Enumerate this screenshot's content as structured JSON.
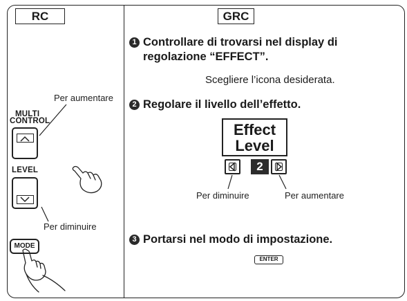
{
  "headers": {
    "left": "RC",
    "right": "GRC"
  },
  "steps": [
    {
      "number": "1",
      "line1": "Controllare di trovarsi nel display di",
      "line2": "regolazione “EFFECT”."
    },
    {
      "number": "2",
      "text": "Regolare il livello dell’effetto."
    },
    {
      "number": "3",
      "text": "Portarsi nel modo di impostazione."
    }
  ],
  "choose_icon_text": "Scegliere l’icona desiderata.",
  "effect_level": {
    "line1": "Effect",
    "line2": "Level",
    "value": "2"
  },
  "labels": {
    "increase": "Per aumentare",
    "decrease": "Per diminuire"
  },
  "remote": {
    "multi_line1": "MULTI",
    "multi_line2": "CONTROL",
    "level": "LEVEL",
    "mode": "MODE"
  },
  "enter_key": "ENTER"
}
